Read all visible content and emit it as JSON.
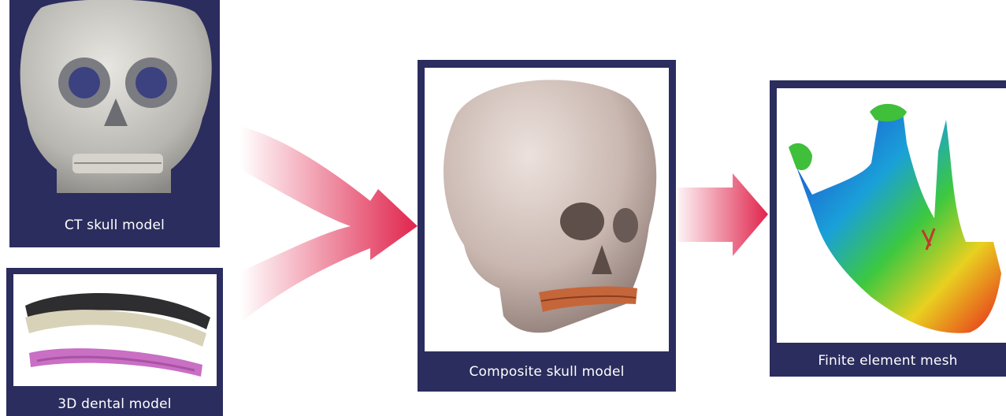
{
  "panels": {
    "ct": {
      "caption": "CT skull model"
    },
    "dental": {
      "caption": "3D dental model"
    },
    "composite": {
      "caption": "Composite skull model"
    },
    "fem": {
      "caption": "Finite element mesh"
    }
  },
  "colors": {
    "panel_bg": "#2b2d5e",
    "arrow": "#e0244c",
    "bone": "#c9b7b0",
    "mesh_high": "#e8261c",
    "mesh_low": "#1f3fd0"
  },
  "icons": [
    "merge-arrow-icon",
    "flow-arrow-icon"
  ]
}
